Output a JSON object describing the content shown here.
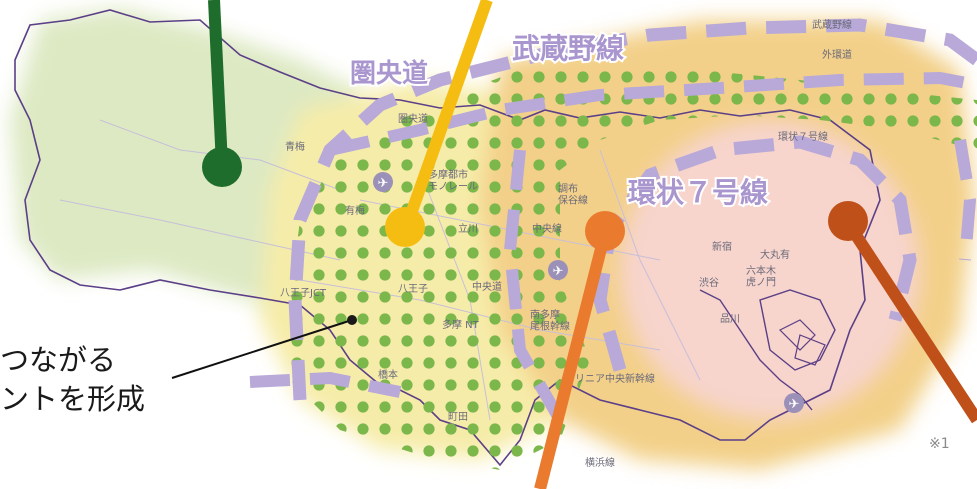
{
  "colors": {
    "west_green": "#dde9c3",
    "center_yellow": "#f6eca9",
    "ring_orange": "#f3d089",
    "core_pink": "#f7d4cc",
    "dots": "#7bb74a",
    "dashed_route": "#b8a9d8",
    "route_label": "#a996cf",
    "pin_green": "#1f6d2c",
    "pin_yellow": "#f5bd12",
    "pin_orange": "#e97a2e",
    "pin_brown": "#c0501a",
    "boundary": "#5b3f87"
  },
  "route_labels": {
    "ken_o_do": "圏央道",
    "musashino_line": "武蔵野線",
    "kanjo7": "環状７号線"
  },
  "place_labels": {
    "ome": "青梅",
    "tama_monorail": "多摩都市\nモノレール",
    "kenodo_small": "圏央道",
    "ome_station": "有梅",
    "tachikawa": "立川",
    "chofu": "調布\n保谷線",
    "chuo_line": "中央線",
    "hachioji_jct": "八王子JCT",
    "hachioji": "八王子",
    "chuo_do": "中央道",
    "minami_tama": "南多摩\n尾根幹線",
    "tama_nt": "多摩 NT",
    "hashimoto": "橋本",
    "machida": "町田",
    "linear": "リニア中央新幹線",
    "yokohama_line": "横浜線",
    "shinjuku": "新宿",
    "otemachi": "大丸有",
    "roppongi": "六本木\n虎ノ門",
    "shibuya": "渋谷",
    "shinagawa": "品川",
    "kanjo7_small": "環状７号線",
    "musashino_small": "武蔵野線",
    "gaikan": "外環道"
  },
  "callout": {
    "line1": "つながる",
    "line2": "ントを形成"
  },
  "footnote": "※1"
}
